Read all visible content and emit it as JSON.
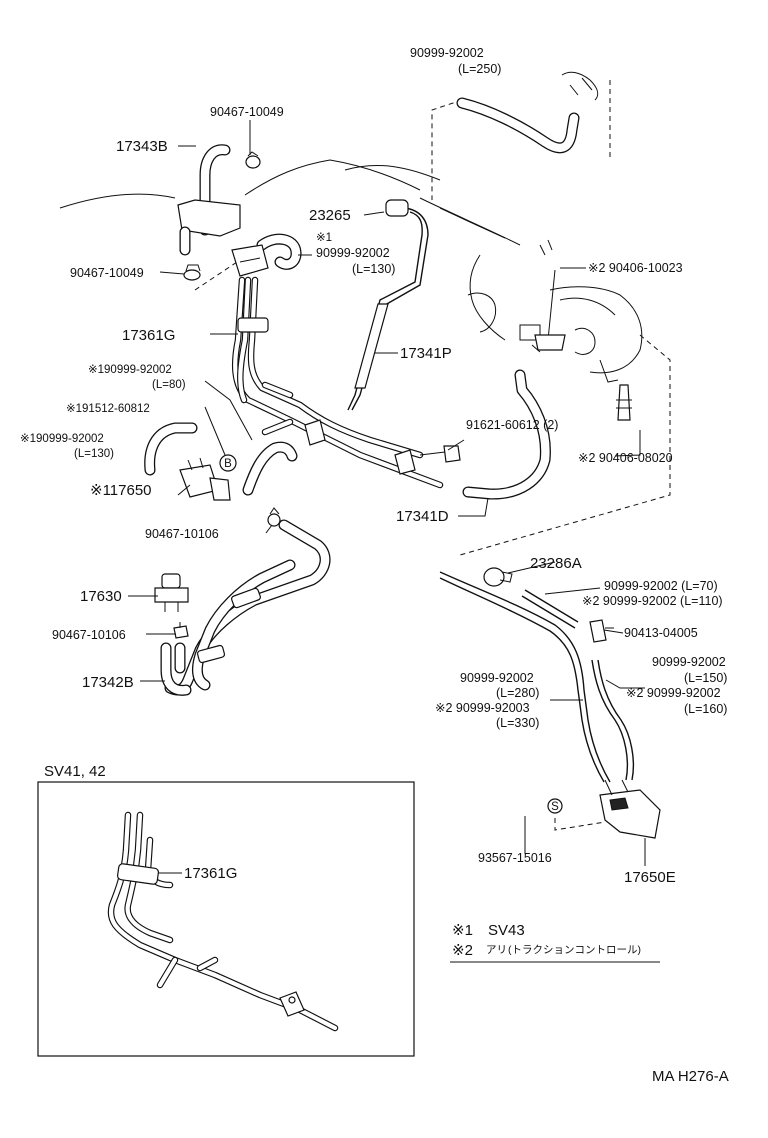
{
  "labels": {
    "p_90999_92002_l250": "90999-92002",
    "p_l250": "(L=250)",
    "p_90467_10049_a": "90467-10049",
    "p_17343B": "17343B",
    "p_23265": "23265",
    "p_star1_a": "※1",
    "p_90999_92002_l130_a": "90999-92002",
    "p_l130_a": "(L=130)",
    "p_90467_10049_b": "90467-10049",
    "p_17361G": "17361G",
    "p_17341P": "17341P",
    "p_star1_90999_92002_l80": "※190999-92002",
    "p_l80": "(L=80)",
    "p_star1_91512_60812": "※191512-60812",
    "p_star1_90999_92002_l130": "※190999-92002",
    "p_l130_b": "(L=130)",
    "p_star1_17650": "※117650",
    "p_91621_60612": "91621-60612 (2)",
    "p_star2_90406_10023": "※2 90406-10023",
    "p_star2_90406_08020": "※2 90406-08020",
    "p_17341D": "17341D",
    "p_90467_10106_a": "90467-10106",
    "p_17630": "17630",
    "p_90467_10106_b": "90467-10106",
    "p_17342B": "17342B",
    "p_23286A": "23286A",
    "p_90999_92002_l70": "90999-92002 (L=70)",
    "p_star2_90999_92002_l110": "※2 90999-92002 (L=110)",
    "p_90413_04005": "90413-04005",
    "p_90999_92002_l280": "90999-92002",
    "p_l280": "(L=280)",
    "p_star2_90999_92003": "※2 90999-92003",
    "p_l330": "(L=330)",
    "p_90999_92002_l150": "90999-92002",
    "p_l150": "(L=150)",
    "p_star2_90999_92002_l160": "※2 90999-92002",
    "p_l160": "(L=160)",
    "p_93567_15016": "93567-15016",
    "p_17650E": "17650E",
    "p_17361G_inset": "17361G",
    "callout_B": "B",
    "callout_S": "S"
  },
  "inset": {
    "title": "SV41, 42"
  },
  "notes": {
    "note1_mark": "※1",
    "note1_text": "SV43",
    "note2_mark": "※2",
    "note2_text_main": "アリ",
    "note2_text_sub": "(トラクションコントロール)"
  },
  "footer": {
    "code": "MA H276-A"
  }
}
